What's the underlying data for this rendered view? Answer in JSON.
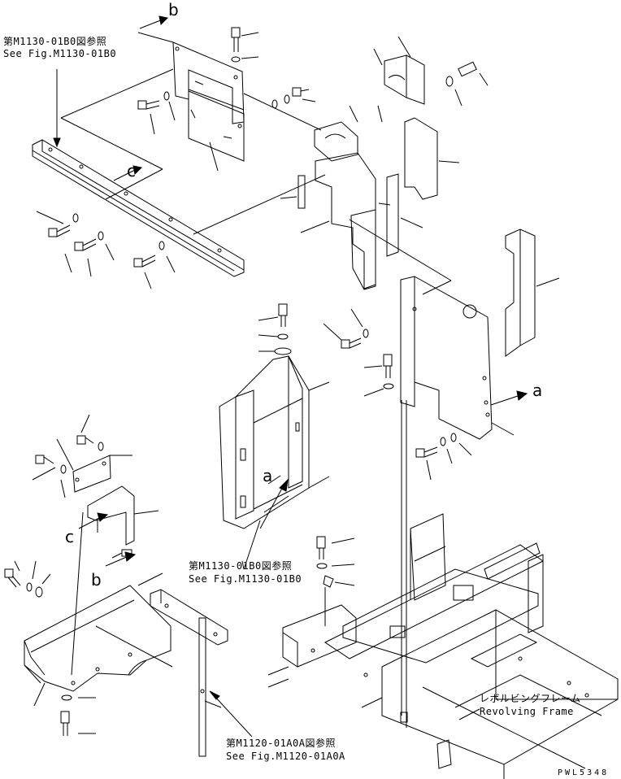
{
  "refs": {
    "top_left_jp": "第M1130-01B0図参照",
    "top_left_en": "See Fig.M1130-01B0",
    "center_jp": "第M1130-01B0図参照",
    "center_en": "See Fig.M1130-01B0",
    "bottom_jp": "第M1120-01A0A図参照",
    "bottom_en": "See Fig.M1120-01A0A"
  },
  "frame_label": {
    "jp": "レボルビングフレーム",
    "en": "Revolving Frame"
  },
  "markers": {
    "b_top": "b",
    "c_left": "c",
    "a_right": "a",
    "a_center": "a",
    "c_lower": "c",
    "b_lower": "b"
  },
  "drawing_code": "PWL5348",
  "colors": {
    "ink": "#000000",
    "paper": "#ffffff"
  }
}
